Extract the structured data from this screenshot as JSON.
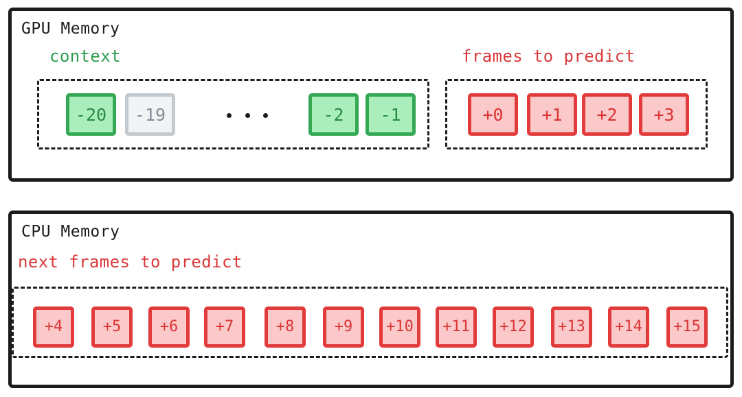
{
  "colors": {
    "ink": "#1c1c1c",
    "green_border": "#34a853",
    "green_fill": "#aaeebb",
    "green_text": "#2a8a46",
    "gray_border": "#c4c9ce",
    "gray_fill": "#f1f3f5",
    "gray_text": "#868e96",
    "red_border": "#e23b3b",
    "red_fill": "#fbc9c9",
    "red_text": "#d93535",
    "label_green": "#2e9e4f",
    "label_red": "#d93a3a"
  },
  "gpu": {
    "title": "GPU Memory",
    "context": {
      "label": "context",
      "ellipsis": "...",
      "frames": [
        {
          "label": "-20",
          "state": "active"
        },
        {
          "label": "-19",
          "state": "evicted"
        },
        {
          "label": "-2",
          "state": "active"
        },
        {
          "label": "-1",
          "state": "active"
        }
      ]
    },
    "predict": {
      "label": "frames to predict",
      "frames": [
        {
          "label": "+0"
        },
        {
          "label": "+1"
        },
        {
          "label": "+2"
        },
        {
          "label": "+3"
        }
      ]
    }
  },
  "cpu": {
    "title": "CPU Memory",
    "next": {
      "label": "next frames to predict",
      "frames": [
        {
          "label": "+4"
        },
        {
          "label": "+5"
        },
        {
          "label": "+6"
        },
        {
          "label": "+7"
        },
        {
          "label": "+8"
        },
        {
          "label": "+9"
        },
        {
          "label": "+10"
        },
        {
          "label": "+11"
        },
        {
          "label": "+12"
        },
        {
          "label": "+13"
        },
        {
          "label": "+14"
        },
        {
          "label": "+15"
        }
      ]
    }
  }
}
